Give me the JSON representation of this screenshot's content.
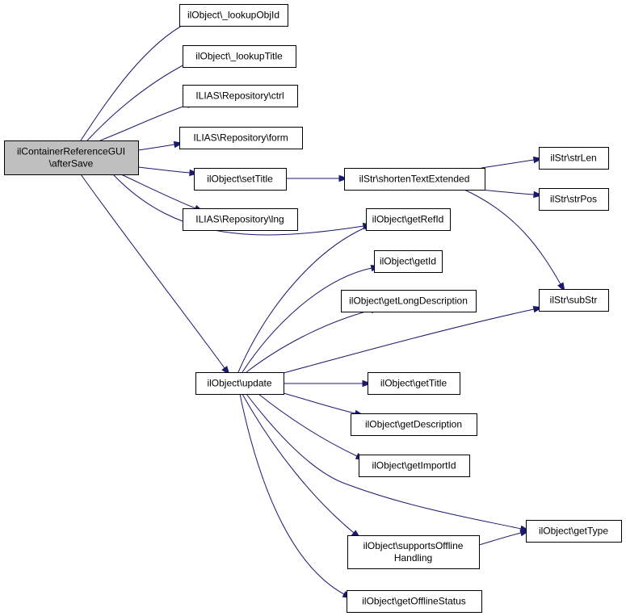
{
  "diagram": {
    "type": "call-graph",
    "edge_color": "#191970",
    "root_fill": "#bfbfbf",
    "nodes": [
      {
        "id": "root",
        "lines": [
          "ilContainerReferenceGUI",
          "\\afterSave"
        ],
        "root": true
      },
      {
        "id": "lookupObjId",
        "lines": [
          "ilObject\\_lookupObjId"
        ]
      },
      {
        "id": "lookupTitle",
        "lines": [
          "ilObject\\_lookupTitle"
        ]
      },
      {
        "id": "ctrl",
        "lines": [
          "ILIAS\\Repository\\ctrl"
        ]
      },
      {
        "id": "form",
        "lines": [
          "ILIAS\\Repository\\form"
        ]
      },
      {
        "id": "setTitle",
        "lines": [
          "ilObject\\setTitle"
        ]
      },
      {
        "id": "lng",
        "lines": [
          "ILIAS\\Repository\\lng"
        ]
      },
      {
        "id": "update",
        "lines": [
          "ilObject\\update"
        ]
      },
      {
        "id": "shorten",
        "lines": [
          "ilStr\\shortenTextExtended"
        ]
      },
      {
        "id": "strLen",
        "lines": [
          "ilStr\\strLen"
        ]
      },
      {
        "id": "strPos",
        "lines": [
          "ilStr\\strPos"
        ]
      },
      {
        "id": "subStr",
        "lines": [
          "ilStr\\subStr"
        ]
      },
      {
        "id": "getRefId",
        "lines": [
          "ilObject\\getRefId"
        ]
      },
      {
        "id": "getId",
        "lines": [
          "ilObject\\getId"
        ]
      },
      {
        "id": "getLongDesc",
        "lines": [
          "ilObject\\getLongDescription"
        ]
      },
      {
        "id": "getTitle",
        "lines": [
          "ilObject\\getTitle"
        ]
      },
      {
        "id": "getDesc",
        "lines": [
          "ilObject\\getDescription"
        ]
      },
      {
        "id": "getImportId",
        "lines": [
          "ilObject\\getImportId"
        ]
      },
      {
        "id": "supportsOffline",
        "lines": [
          "ilObject\\supportsOffline",
          "Handling"
        ]
      },
      {
        "id": "getType",
        "lines": [
          "ilObject\\getType"
        ]
      },
      {
        "id": "getOffline",
        "lines": [
          "ilObject\\getOfflineStatus"
        ]
      }
    ],
    "edges": [
      {
        "from": "root",
        "to": "lookupObjId"
      },
      {
        "from": "root",
        "to": "lookupTitle"
      },
      {
        "from": "root",
        "to": "ctrl"
      },
      {
        "from": "root",
        "to": "form"
      },
      {
        "from": "root",
        "to": "setTitle"
      },
      {
        "from": "root",
        "to": "lng"
      },
      {
        "from": "root",
        "to": "getRefId"
      },
      {
        "from": "root",
        "to": "update"
      },
      {
        "from": "setTitle",
        "to": "shorten"
      },
      {
        "from": "shorten",
        "to": "strLen"
      },
      {
        "from": "shorten",
        "to": "strPos"
      },
      {
        "from": "shorten",
        "to": "subStr"
      },
      {
        "from": "update",
        "to": "getRefId"
      },
      {
        "from": "update",
        "to": "getId"
      },
      {
        "from": "update",
        "to": "getLongDesc"
      },
      {
        "from": "update",
        "to": "subStr"
      },
      {
        "from": "update",
        "to": "getTitle"
      },
      {
        "from": "update",
        "to": "getDesc"
      },
      {
        "from": "update",
        "to": "getImportId"
      },
      {
        "from": "update",
        "to": "getType"
      },
      {
        "from": "update",
        "to": "supportsOffline"
      },
      {
        "from": "update",
        "to": "getOffline"
      },
      {
        "from": "supportsOffline",
        "to": "getType"
      }
    ]
  }
}
